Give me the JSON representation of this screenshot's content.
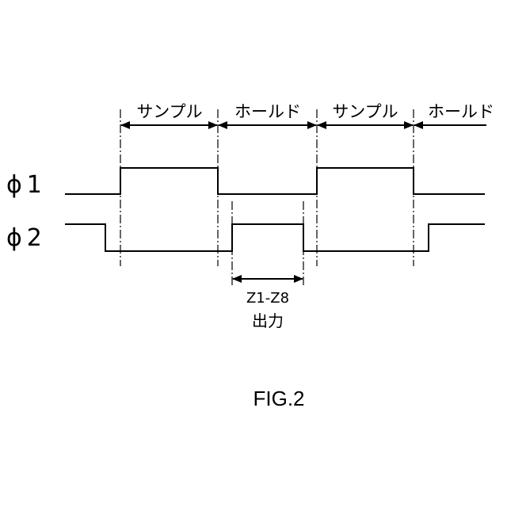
{
  "phases": {
    "phase_1": "サンプル",
    "phase_2": "ホールド",
    "phase_3": "サンプル",
    "phase_4": "ホールド"
  },
  "signals": {
    "phi1": "ϕ1",
    "phi2": "ϕ2"
  },
  "output": {
    "range": "Z1-Z8",
    "label": "出力"
  },
  "figure": {
    "caption": "FIG.2"
  }
}
